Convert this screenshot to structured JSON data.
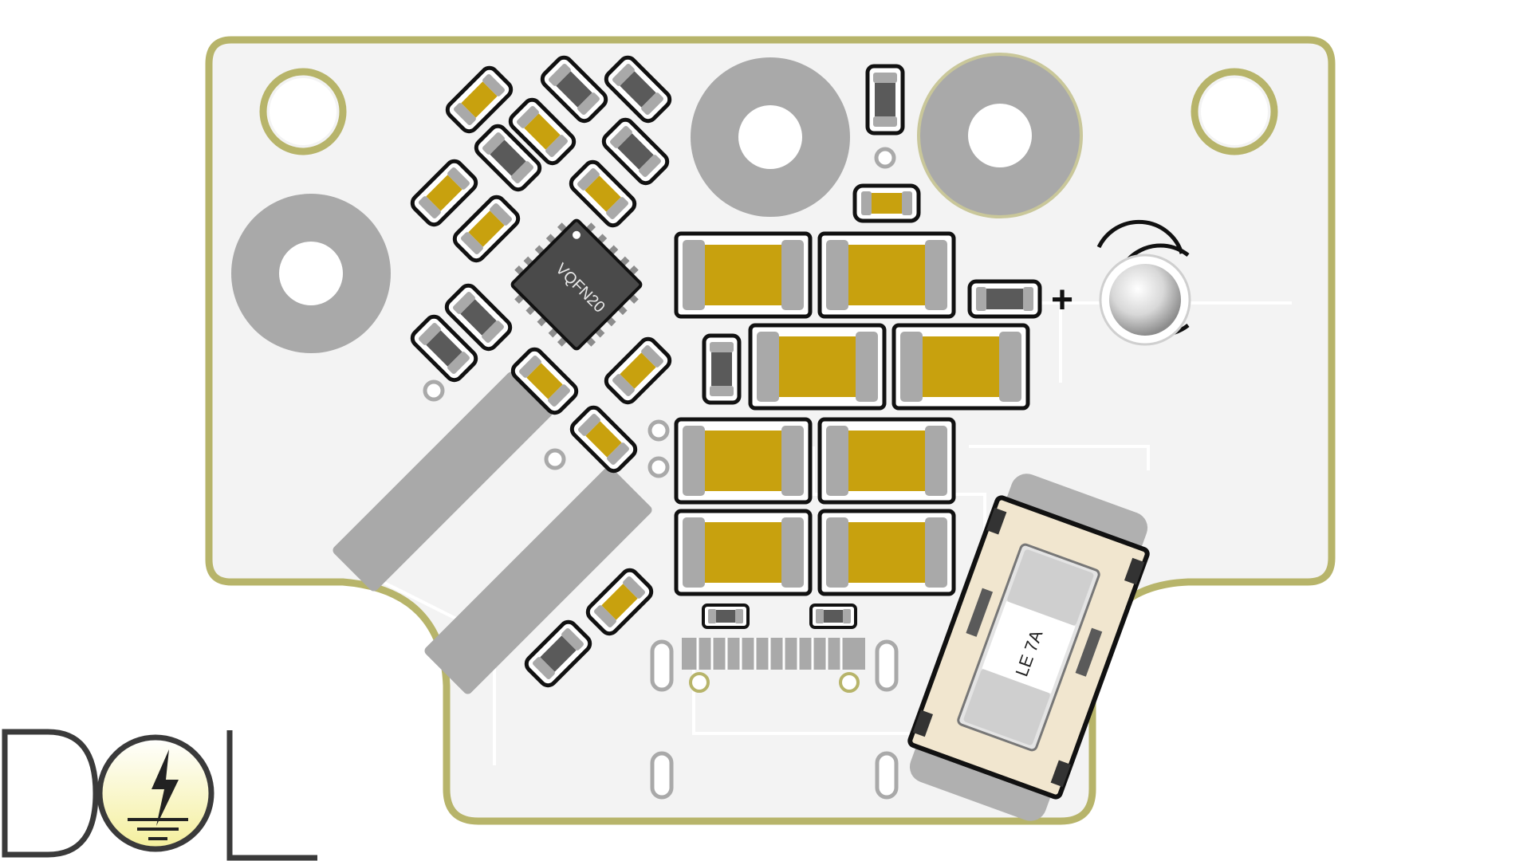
{
  "board": {
    "outline_color": "#b7b46a",
    "substrate_color": "#f3f3f3",
    "trace_color": "#ffffff",
    "pad_metal_color": "#a9a9a9",
    "capacitor_body_color": "#c8a10e",
    "resistor_body_color": "#5a5a5a"
  },
  "ic": {
    "label": "VQFN20",
    "body_color": "#4a4a4a"
  },
  "fuse": {
    "marking": "LE 7A",
    "holder_color": "#f1e6cf"
  },
  "polarity": {
    "label": "+"
  },
  "logo": {
    "letters": "DOL",
    "icon": "lightning-bolt-icon",
    "accent_color": "#f4ef9c"
  }
}
